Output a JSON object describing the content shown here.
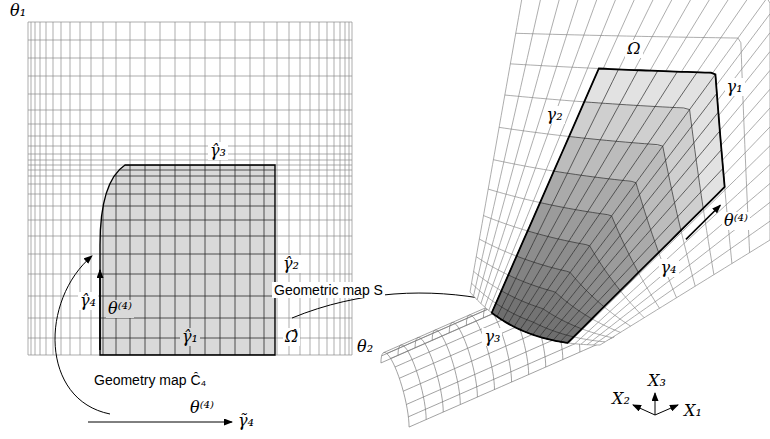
{
  "diagram": {
    "labels": [
      "θ₁",
      "γ̂₃",
      "γ̂₄",
      "θ⁽⁴⁾",
      "γ̂₂",
      "γ̂₁",
      "Ω̂",
      "θ₂",
      "Geometry map Ĉ₄",
      "θ⁽⁴⁾",
      "γ̃₄",
      "Geometric map S",
      "Ω",
      "γ₁",
      "γ₂",
      "θ⁽⁴⁾",
      "γ₃",
      "γ₄",
      "X₃",
      "X₂",
      "X₁"
    ]
  }
}
